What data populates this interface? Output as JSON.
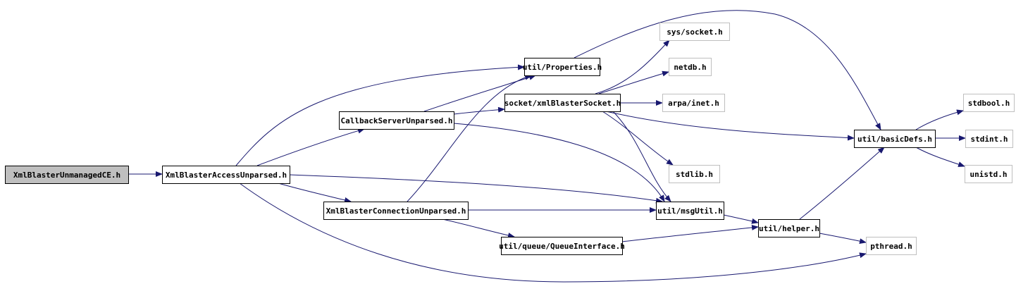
{
  "colors": {
    "edge": "#191970",
    "node_border": "#000000",
    "external_border": "#bfbfbf",
    "root_fill": "#bfbfbf",
    "node_fill": "#ffffff"
  },
  "nodes": [
    {
      "id": "root",
      "label": "XmlBlasterUnmanagedCE.h",
      "kind": "root"
    },
    {
      "id": "access",
      "label": "XmlBlasterAccessUnparsed.h",
      "kind": "local"
    },
    {
      "id": "callback",
      "label": "CallbackServerUnparsed.h",
      "kind": "local"
    },
    {
      "id": "connection",
      "label": "XmlBlasterConnectionUnparsed.h",
      "kind": "local"
    },
    {
      "id": "properties",
      "label": "util/Properties.h",
      "kind": "local"
    },
    {
      "id": "socket",
      "label": "socket/xmlBlasterSocket.h",
      "kind": "local"
    },
    {
      "id": "queue",
      "label": "util/queue/QueueInterface.h",
      "kind": "local"
    },
    {
      "id": "msgutil",
      "label": "util/msgUtil.h",
      "kind": "local"
    },
    {
      "id": "helper",
      "label": "util/helper.h",
      "kind": "local"
    },
    {
      "id": "basicdefs",
      "label": "util/basicDefs.h",
      "kind": "local"
    },
    {
      "id": "syssocket",
      "label": "sys/socket.h",
      "kind": "external"
    },
    {
      "id": "netdb",
      "label": "netdb.h",
      "kind": "external"
    },
    {
      "id": "arpainet",
      "label": "arpa/inet.h",
      "kind": "external"
    },
    {
      "id": "stdlib",
      "label": "stdlib.h",
      "kind": "external"
    },
    {
      "id": "stdbool",
      "label": "stdbool.h",
      "kind": "external"
    },
    {
      "id": "stdint",
      "label": "stdint.h",
      "kind": "external"
    },
    {
      "id": "unistd",
      "label": "unistd.h",
      "kind": "external"
    },
    {
      "id": "pthread",
      "label": "pthread.h",
      "kind": "external"
    }
  ],
  "edges": [
    {
      "from": "root",
      "to": "access"
    },
    {
      "from": "access",
      "to": "properties"
    },
    {
      "from": "access",
      "to": "callback"
    },
    {
      "from": "access",
      "to": "connection"
    },
    {
      "from": "access",
      "to": "msgutil"
    },
    {
      "from": "access",
      "to": "pthread"
    },
    {
      "from": "callback",
      "to": "properties"
    },
    {
      "from": "callback",
      "to": "socket"
    },
    {
      "from": "callback",
      "to": "msgutil"
    },
    {
      "from": "connection",
      "to": "properties"
    },
    {
      "from": "connection",
      "to": "msgutil"
    },
    {
      "from": "connection",
      "to": "queue"
    },
    {
      "from": "properties",
      "to": "basicdefs"
    },
    {
      "from": "socket",
      "to": "syssocket"
    },
    {
      "from": "socket",
      "to": "netdb"
    },
    {
      "from": "socket",
      "to": "arpainet"
    },
    {
      "from": "socket",
      "to": "stdlib"
    },
    {
      "from": "socket",
      "to": "basicdefs"
    },
    {
      "from": "socket",
      "to": "msgutil"
    },
    {
      "from": "queue",
      "to": "helper"
    },
    {
      "from": "msgutil",
      "to": "helper"
    },
    {
      "from": "helper",
      "to": "basicdefs"
    },
    {
      "from": "helper",
      "to": "pthread"
    },
    {
      "from": "basicdefs",
      "to": "stdbool"
    },
    {
      "from": "basicdefs",
      "to": "stdint"
    },
    {
      "from": "basicdefs",
      "to": "unistd"
    }
  ]
}
